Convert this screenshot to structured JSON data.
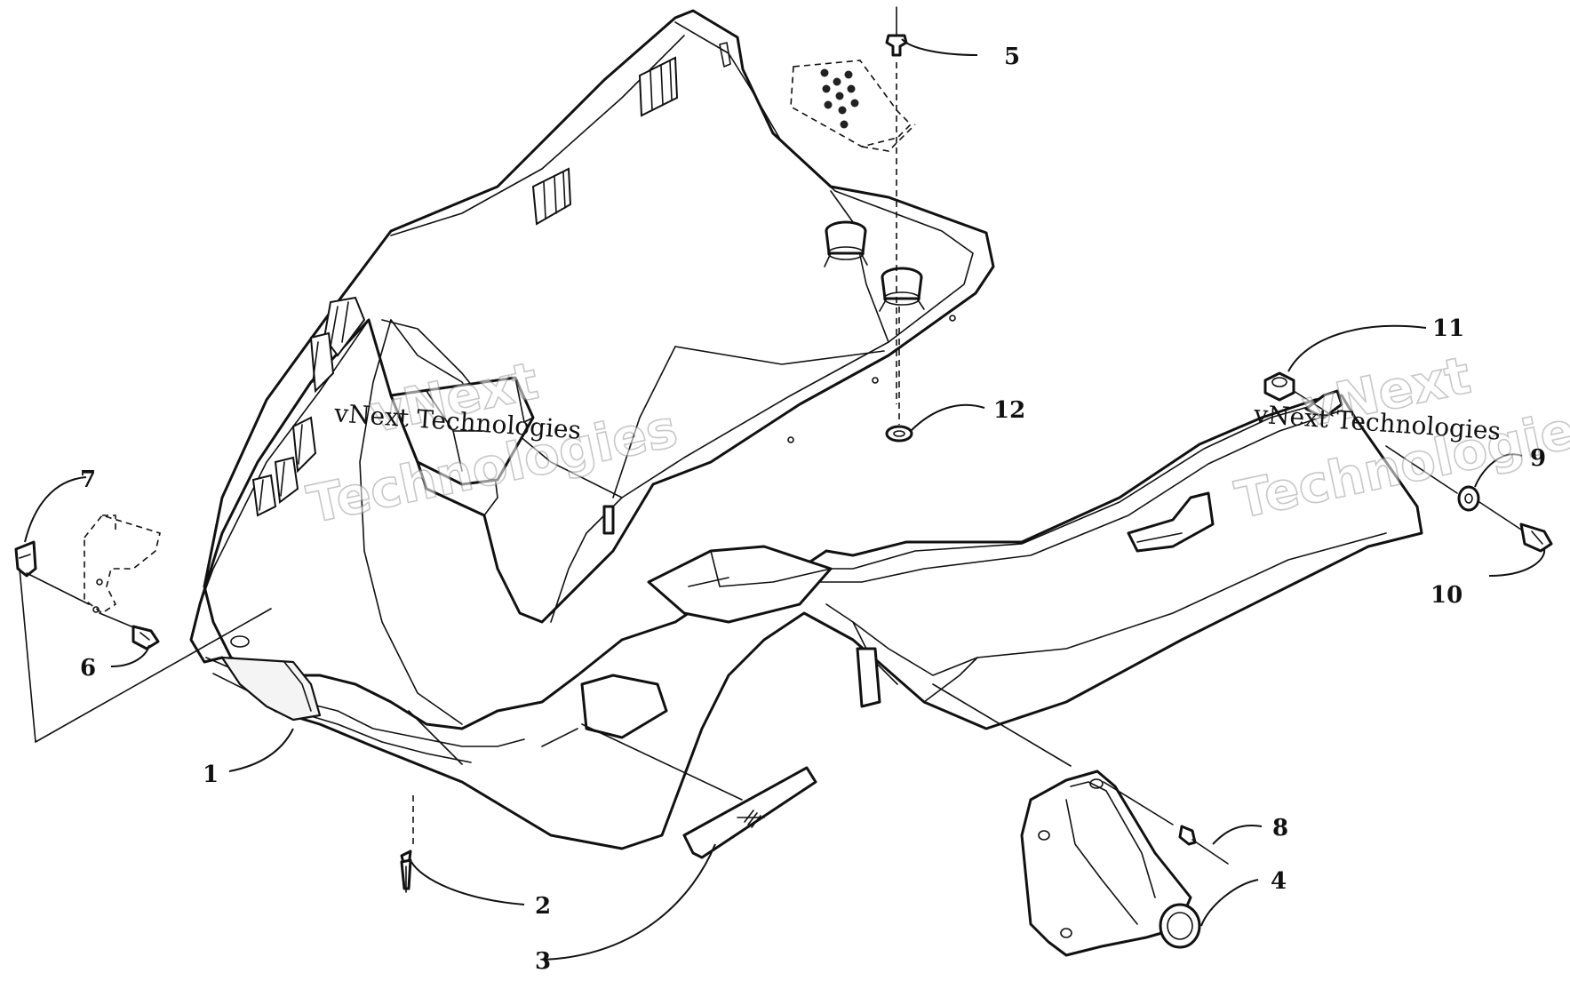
{
  "callouts": {
    "c1": "1",
    "c2": "2",
    "c3": "3",
    "c4": "4",
    "c5": "5",
    "c6": "6",
    "c7": "7",
    "c8": "8",
    "c9": "9",
    "c10": "10",
    "c11": "11",
    "c12": "12"
  },
  "watermarks": {
    "left_small": "vNext Technologies",
    "left_big_1": "vNext",
    "left_big_2": "Technologies",
    "right_small": "vNext Technologies",
    "right_big_1": "vNext",
    "right_big_2": "Technologies"
  },
  "colors": {
    "line": "#111111",
    "background": "#ffffff",
    "watermark": "#9a9a9a"
  }
}
